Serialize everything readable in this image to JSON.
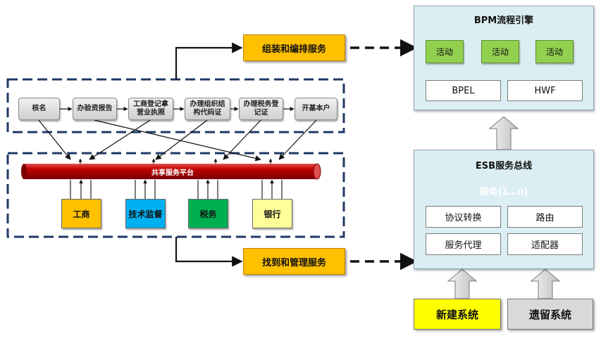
{
  "process_steps": [
    "核名",
    "办验资报告",
    "工商登记拿营业执照",
    "办理组织结构代码证",
    "办理税务登记证",
    "开基本户"
  ],
  "shared_platform_label": "共享服务平台",
  "agencies": [
    {
      "label": "工商",
      "color": "#ffc000"
    },
    {
      "label": "技术监督",
      "color": "#00b0f0"
    },
    {
      "label": "税务",
      "color": "#00b050"
    },
    {
      "label": "银行",
      "color": "#ffff99"
    }
  ],
  "compose_service_label": "组装和编排服务",
  "find_service_label": "找到和管理服务",
  "bpm": {
    "title": "BPM流程引擎",
    "activities": [
      "活动",
      "活动",
      "活动"
    ],
    "standards": [
      "BPEL",
      "HWF"
    ]
  },
  "esb": {
    "title": "ESB服务总线",
    "services_label": "服务(1…n)",
    "functions": [
      "协议转换",
      "路由",
      "服务代理",
      "适配器"
    ]
  },
  "new_system_label": "新建系统",
  "legacy_system_label": "遗留系统",
  "colors": {
    "orange": "#ffc000",
    "pipe_red": "#c00000",
    "activity_green": "#92d050",
    "panel_blue": "#dbeef4",
    "new_system_yellow": "#ffff00",
    "legacy_system_gray": "#d9d9d9",
    "dashed_border": "#1f3864"
  }
}
